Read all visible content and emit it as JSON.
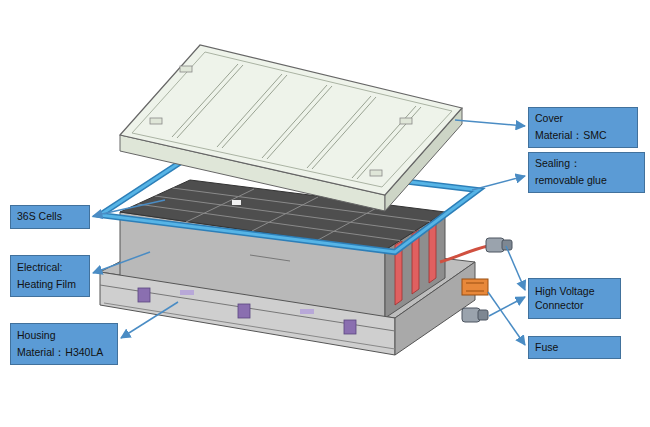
{
  "diagram": {
    "nodes": [
      {
        "text": [
          "Cover",
          "Material：SMC"
        ]
      },
      {
        "text": [
          "Sealing：",
          "removable glue"
        ]
      },
      {
        "text": [
          "36S Cells"
        ]
      },
      {
        "text": [
          "Electrical:",
          "Heating Film"
        ]
      },
      {
        "text": [
          "High Voltage Connector"
        ]
      },
      {
        "text": [
          "Housing",
          "Material：H340LA"
        ]
      },
      {
        "text": [
          "Fuse"
        ]
      }
    ]
  }
}
